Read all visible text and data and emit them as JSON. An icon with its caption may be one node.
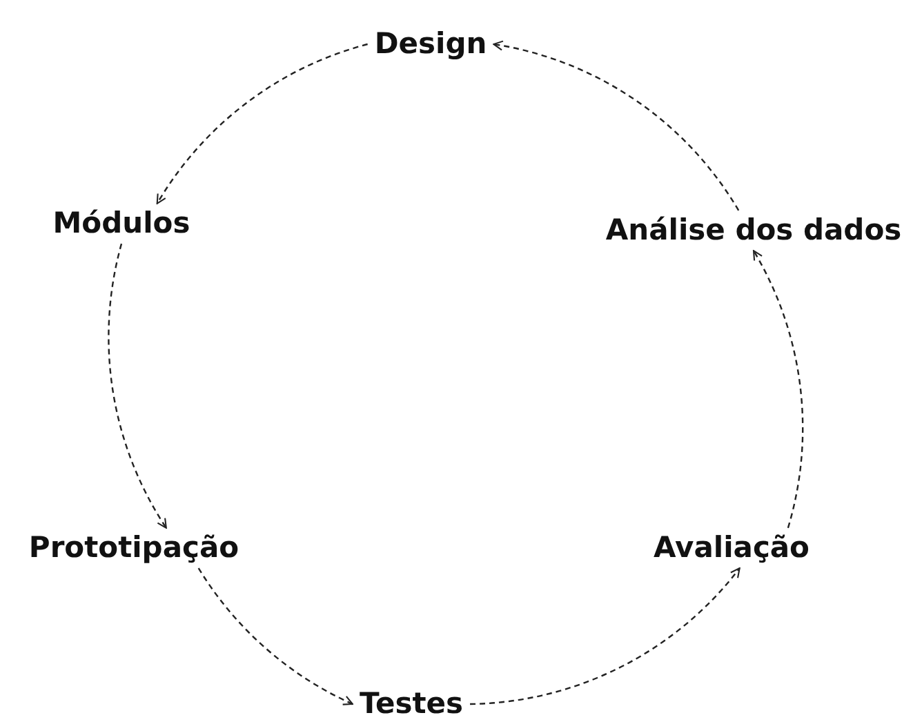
{
  "diagram": {
    "nodes": [
      {
        "text": [
          "Design"
        ]
      },
      {
        "text": [
          "Módulos"
        ]
      },
      {
        "text": [
          "Prototipação"
        ]
      },
      {
        "text": [
          "Testes"
        ]
      },
      {
        "text": [
          "Avaliação"
        ]
      },
      {
        "text": [
          "Análise dos dados"
        ]
      }
    ],
    "edges": [
      {
        "from": 0,
        "to": 1,
        "arrow": "to",
        "style": "dashed"
      },
      {
        "from": 1,
        "to": 2,
        "arrow": "to",
        "style": "dashed"
      },
      {
        "from": 2,
        "to": 3,
        "arrow": "to",
        "style": "dashed"
      },
      {
        "from": 3,
        "to": 4,
        "arrow": "to",
        "style": "dashed"
      },
      {
        "from": 4,
        "to": 5,
        "arrow": "to",
        "style": "dashed"
      },
      {
        "from": 5,
        "to": 0,
        "arrow": "to",
        "style": "dashed"
      }
    ]
  }
}
